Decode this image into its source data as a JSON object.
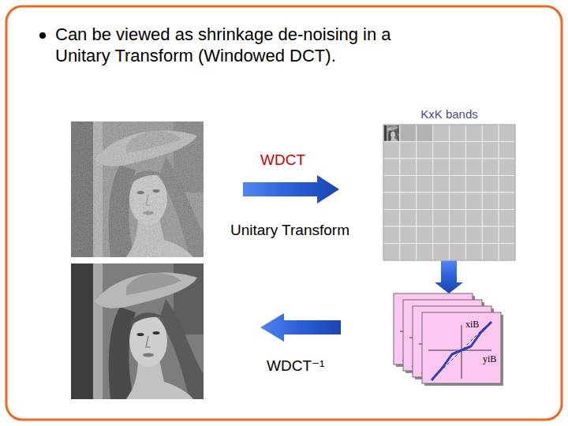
{
  "diagram": {
    "title": "Can be viewed as shrinkage de-noising in a Unitary Transform (Windowed DCT).",
    "nodes": [
      {
        "text": [
          "KxK bands"
        ]
      },
      {
        "text": [
          "xiB",
          "yiB"
        ]
      }
    ],
    "edges": [
      {
        "from": 0,
        "to": 1,
        "arrow": "to"
      }
    ],
    "labels": [
      "WDCT",
      "Unitary Transform",
      "WDCT⁻¹"
    ]
  }
}
